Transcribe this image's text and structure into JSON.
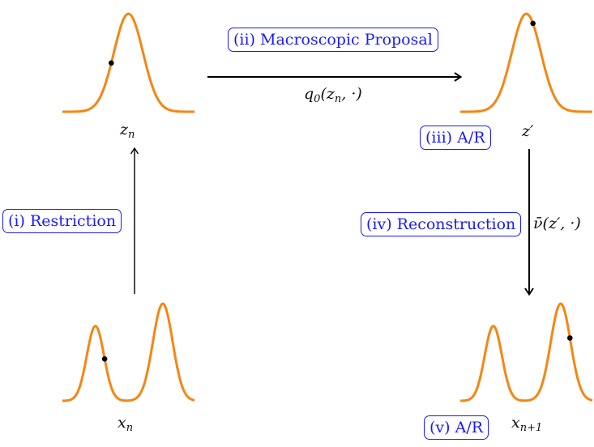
{
  "labels": {
    "restriction": "(i) Restriction",
    "macro_proposal": "(ii) Macroscopic Proposal",
    "ar_top": "(iii) A/R",
    "reconstruction": "(iv) Reconstruction",
    "ar_bottom": "(v) A/R"
  },
  "math": {
    "z_n": {
      "base": "z",
      "sub": "n"
    },
    "z_prime": "z′",
    "x_n": {
      "base": "x",
      "sub": "n"
    },
    "x_n1": {
      "base": "x",
      "sub": "n+1"
    },
    "q0": {
      "base": "q",
      "sub": "0",
      "rest": "(z",
      "rest_sub": "n",
      "tail": ", ·)"
    },
    "nu_bar": "ν̄(z′, ·)"
  },
  "colors": {
    "curve": "#f58613",
    "label_box": "#1a1aff",
    "arrow": "#000000",
    "point": "#000000"
  }
}
